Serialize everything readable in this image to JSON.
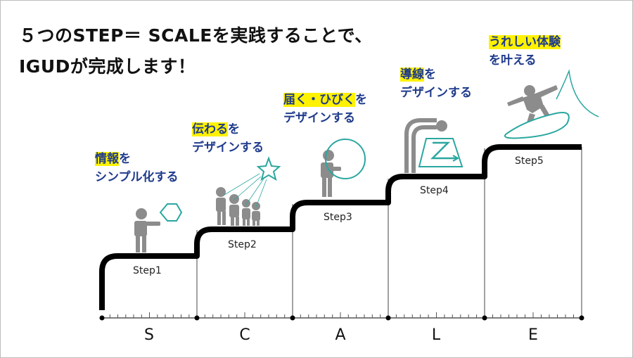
{
  "headline": {
    "line1": "５つのSTEP＝ SCALEを実践することで、",
    "line2": "IGUDが完成します！"
  },
  "captions": [
    {
      "highlight": "情報",
      "rest1": "を",
      "line2": "シンプル化する"
    },
    {
      "highlight": "伝わる",
      "rest1": "を",
      "line2": "デザインする"
    },
    {
      "highlight": "届く・ひびく",
      "rest1": "を",
      "line2": "デザインする"
    },
    {
      "highlight": "導線",
      "rest1": "を",
      "line2": "デザインする"
    },
    {
      "highlight": "うれしい体験",
      "rest1": "",
      "line2": "を叶える"
    }
  ],
  "steps": [
    "Step1",
    "Step2",
    "Step3",
    "Step4",
    "Step5"
  ],
  "letters": [
    "S",
    "C",
    "A",
    "L",
    "E"
  ],
  "colors": {
    "stair": "#000000",
    "figure": "#8c8c8c",
    "accent_teal": "#2aa7a0",
    "caption_text": "#1f3b8c",
    "highlight": "#fff200"
  },
  "icons": [
    "hexagon-icon",
    "star-icon",
    "circle-icon",
    "trapezoid-z-icon",
    "surfboard-icon"
  ]
}
